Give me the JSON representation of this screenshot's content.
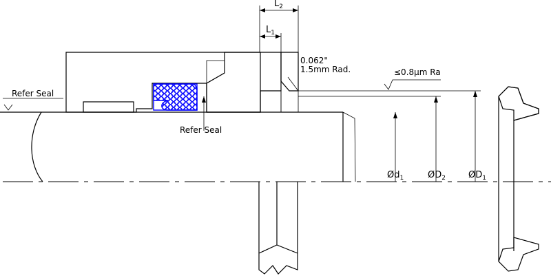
{
  "labels": {
    "l2": "L",
    "l2_sub": "2",
    "l1": "L",
    "l1_sub": "1",
    "chamfer_line1": "0.062\"",
    "chamfer_line2": "1.5mm Rad.",
    "roughness": "≤0.8μm Ra",
    "refer_seal_left": "Refer Seal",
    "refer_seal_bottom": "Refer Seal",
    "dia_d1_small": "Ød",
    "dia_d1_small_sub": "1",
    "dia_d2": "ØD",
    "dia_d2_sub": "2",
    "dia_d1": "ØD",
    "dia_d1_sub": "1"
  },
  "colors": {
    "line": "#000000",
    "seal_fill": "#0000ff",
    "background": "#ffffff"
  }
}
